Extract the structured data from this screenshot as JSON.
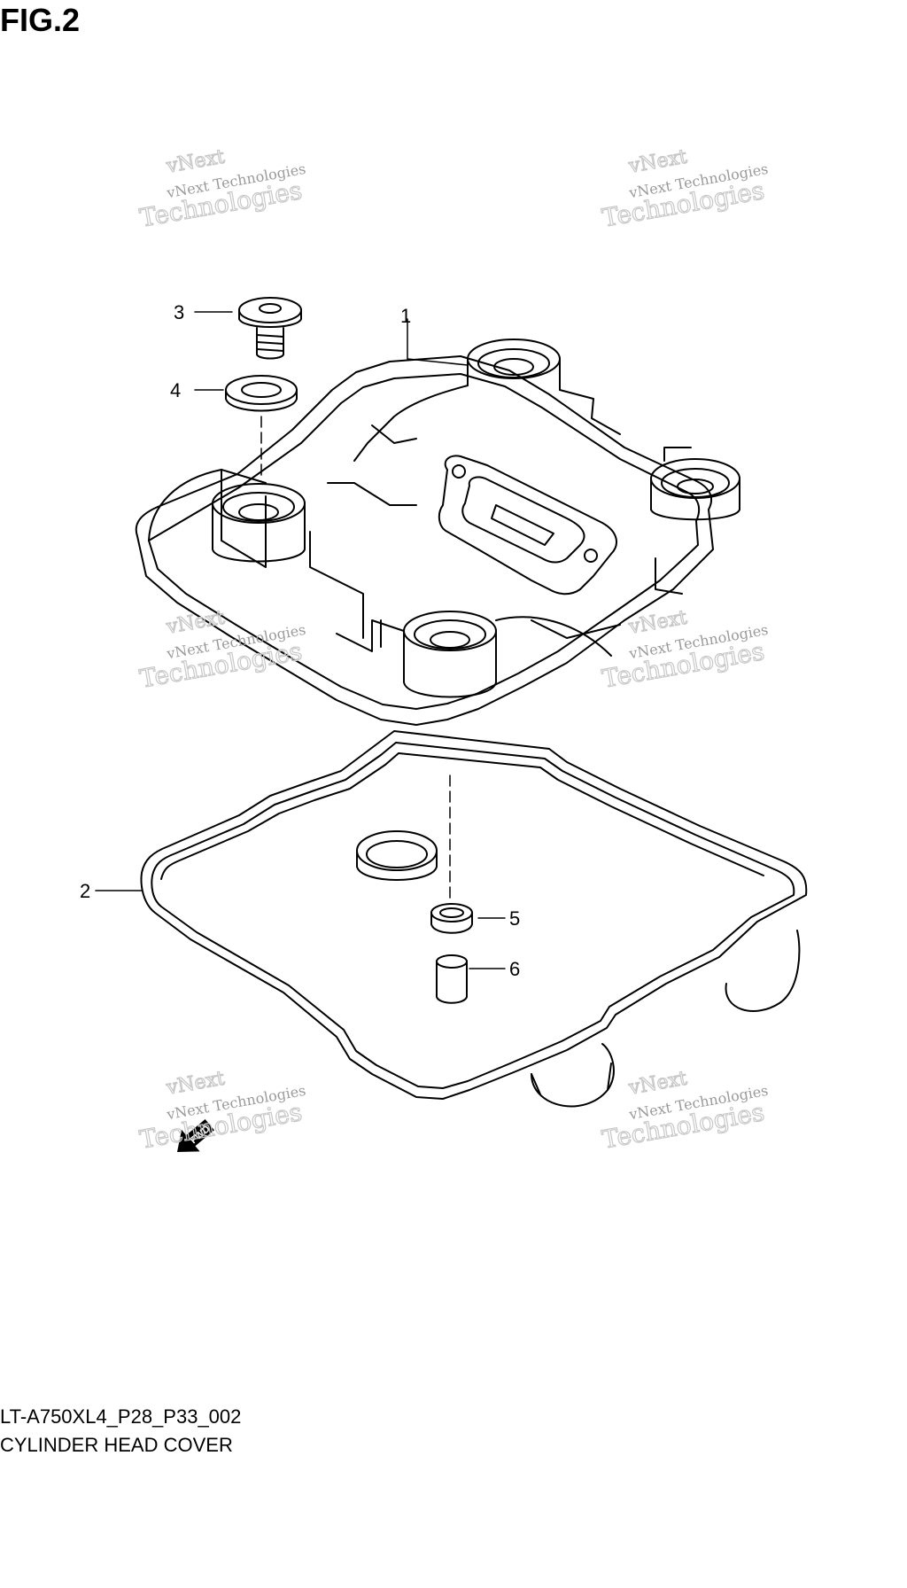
{
  "figure": {
    "label": "FIG.2",
    "model_code": "LT-A750XL4_P28_P33_002",
    "title": "CYLINDER HEAD COVER"
  },
  "callouts": [
    {
      "id": "1",
      "label": "1"
    },
    {
      "id": "2",
      "label": "2"
    },
    {
      "id": "3",
      "label": "3"
    },
    {
      "id": "4",
      "label": "4"
    },
    {
      "id": "5",
      "label": "5"
    },
    {
      "id": "6",
      "label": "6"
    }
  ],
  "watermark": {
    "line1": "vNext Technologies",
    "line2": "Technologies",
    "line3": "vNext"
  },
  "fwd_arrow": {
    "label": "FWD"
  },
  "colors": {
    "line": "#000000",
    "watermark": "#c8c8c8"
  }
}
